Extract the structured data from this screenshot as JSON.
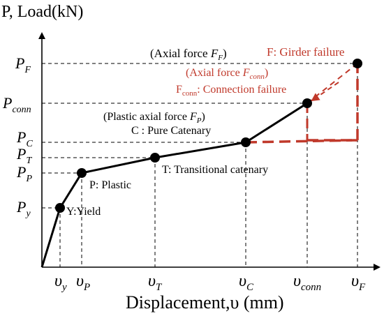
{
  "colors": {
    "curve": "#000000",
    "failure": "#c0392b",
    "guide": "#000000"
  },
  "axes": {
    "y_title": "P, Load(kN)",
    "x_title": "Displacement,υ (mm)"
  },
  "y_ticks": [
    {
      "base": "P",
      "sub": "F"
    },
    {
      "base": "P",
      "sub": "conn"
    },
    {
      "base": "P",
      "sub": "C"
    },
    {
      "base": "P",
      "sub": "T"
    },
    {
      "base": "P",
      "sub": "P"
    },
    {
      "base": "P",
      "sub": "y"
    }
  ],
  "x_ticks": [
    {
      "base": "υ",
      "sub": "y"
    },
    {
      "base": "υ",
      "sub": "P"
    },
    {
      "base": "υ",
      "sub": "T"
    },
    {
      "base": "υ",
      "sub": "C"
    },
    {
      "base": "υ",
      "sub": "conn"
    },
    {
      "base": "υ",
      "sub": "F"
    }
  ],
  "points": [
    {
      "label": "Y:Yield"
    },
    {
      "label": "P: Plastic"
    },
    {
      "label": "T: Transitional catenary"
    },
    {
      "label": "C : Pure Catenary"
    },
    {
      "label": "Fconn: Connection failure"
    },
    {
      "label": "F: Girder failure"
    }
  ],
  "annotations": {
    "axial_force_F": {
      "text": "(Axial force ",
      "var": "F",
      "sub": "F",
      "close": ")"
    },
    "axial_force_conn": {
      "text": "(Axial force ",
      "var": "F",
      "sub": "conn",
      "close": ")"
    },
    "plastic_axial": {
      "text": "(Plastic axial force  ",
      "var": "F",
      "sub": "P",
      "close": ")"
    },
    "conn_failure": {
      "prefix": "F",
      "prefix_sub": "conn",
      "text": ": Connection failure"
    },
    "girder_failure": "F: Girder failure",
    "yield": "Y:Yield",
    "plastic": "P: Plastic",
    "transitional": "T: Transitional catenary",
    "pure_catenary": "C : Pure Catenary"
  }
}
